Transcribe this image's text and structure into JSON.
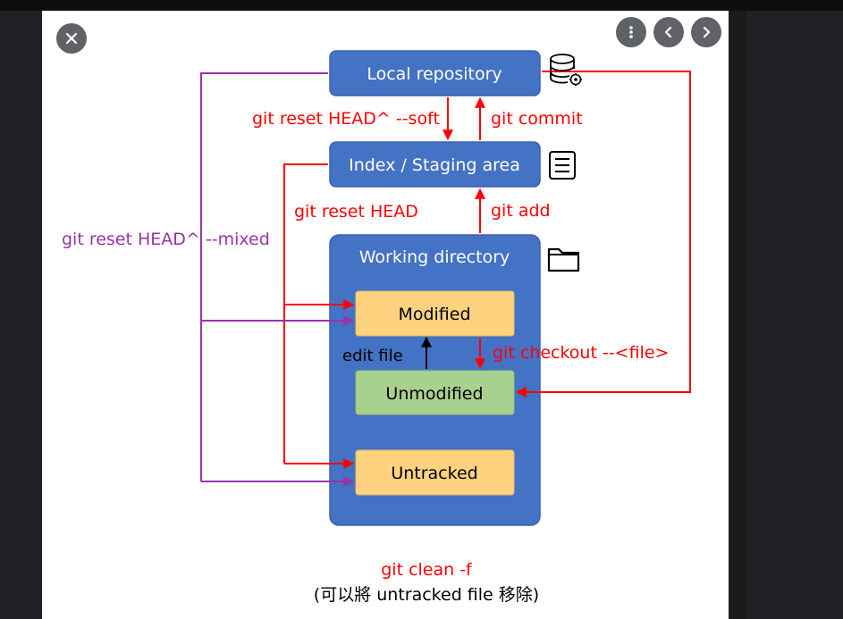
{
  "viewer": {
    "controls": {
      "close": "close-icon",
      "more": "more-vert-icon",
      "prev": "chevron-left-icon",
      "next": "chevron-right-icon"
    }
  },
  "diagram": {
    "nodes": {
      "local_repository": "Local repository",
      "staging_area": "Index / Staging area",
      "working_directory": "Working directory",
      "modified": "Modified",
      "unmodified": "Unmodified",
      "untracked": "Untracked"
    },
    "labels": {
      "reset_soft": "git reset HEAD^ --soft",
      "commit": "git commit",
      "reset_head": "git reset HEAD",
      "add": "git add",
      "reset_mixed": "git reset HEAD^ --mixed",
      "edit_file": "edit file",
      "checkout": "git checkout --<file>",
      "clean": "git clean -f",
      "clean_note": "(可以將 untracked file 移除)"
    },
    "icons": {
      "repository": "database-gear-icon",
      "staging": "list-icon",
      "working": "folder-icon"
    },
    "colors": {
      "box_blue": "#4472C4",
      "box_orange": "#FFD27F",
      "box_green": "#A9D18E",
      "arrow_red": "#FF0000",
      "arrow_purple": "#9933A8"
    }
  }
}
